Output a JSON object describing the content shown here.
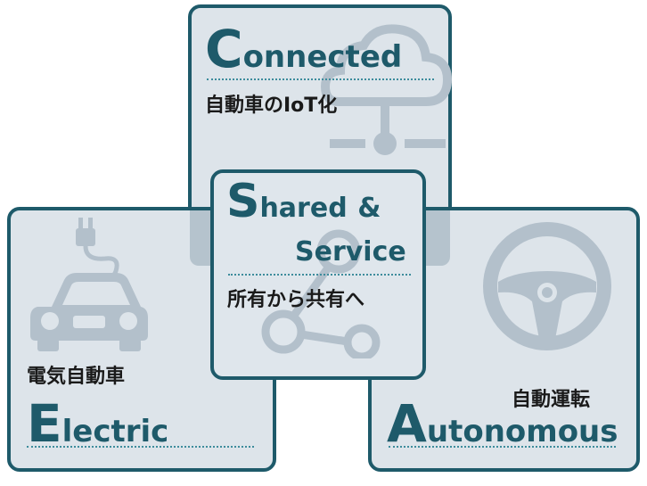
{
  "connected": {
    "initial": "C",
    "rest": "onnected",
    "subtitle": "自動車のIoT化"
  },
  "shared": {
    "initial": "S",
    "line1_rest": "hared",
    "line1_amp": "&",
    "line2": "Service",
    "subtitle": "所有から共有へ"
  },
  "electric": {
    "subtitle": "電気自動車",
    "initial": "E",
    "rest": "lectric"
  },
  "autonomous": {
    "subtitle": "自動運転",
    "initial": "A",
    "rest": "utonomous"
  },
  "colors": {
    "border": "#1e5a6a",
    "fill": "#dde4ea",
    "icon": "#b3c0cb",
    "dots": "#3d8c9c"
  },
  "icons": [
    "cloud-network-icon",
    "share-nodes-icon",
    "car-plug-icon",
    "steering-wheel-icon"
  ]
}
